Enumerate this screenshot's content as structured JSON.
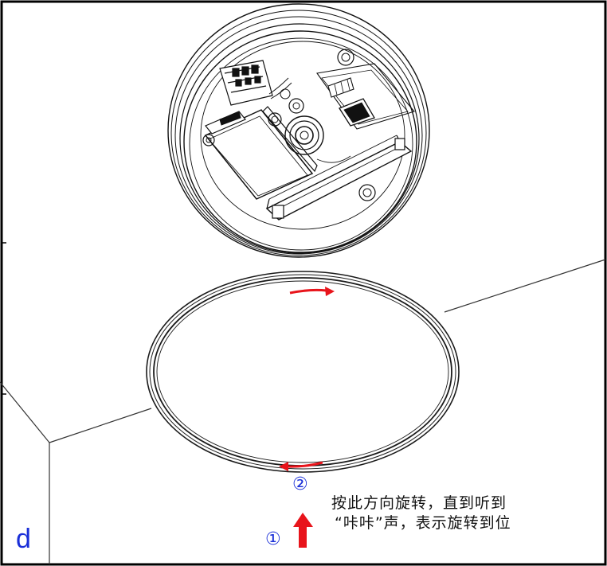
{
  "panel": {
    "letter": "d"
  },
  "steps": {
    "step1": "①",
    "step2": "②"
  },
  "instruction": {
    "line1": "按此方向旋转，直到听到",
    "line2": "“咔咔”声，表示旋转到位"
  },
  "colors": {
    "frame": "#000000",
    "arrow_red": "#e8141b",
    "label_blue": "#1a2fd8",
    "line": "#222222"
  },
  "icons": {
    "push_arrow": "up-arrow-icon",
    "rotate_arrows": "rotation-arrow-icon"
  }
}
